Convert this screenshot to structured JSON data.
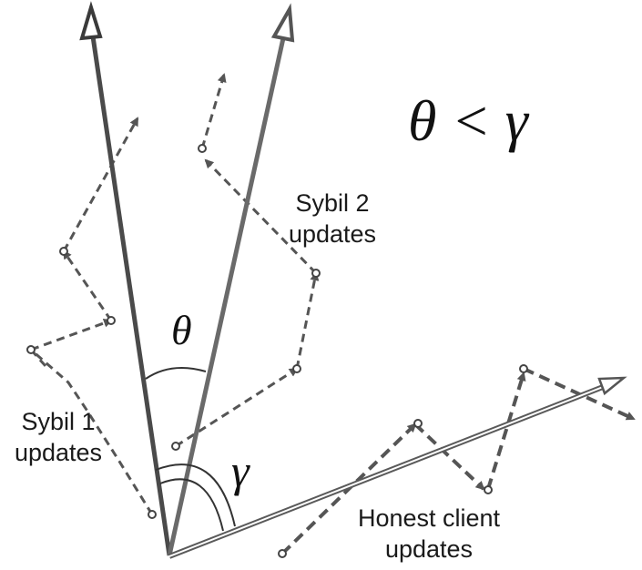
{
  "labels": {
    "sybil1_line1": "Sybil 1",
    "sybil1_line2": "updates",
    "sybil2_line1": "Sybil 2",
    "sybil2_line2": "updates",
    "honest_line1": "Honest client",
    "honest_line2": "updates"
  },
  "math": {
    "theta": "θ",
    "gamma": "γ",
    "relation": "θ < γ"
  },
  "colors": {
    "sybil1_vector": "#4a4a4a",
    "sybil2_vector": "#6a6a6a",
    "honest_vector": "#5a5a5a",
    "dashed_path": "#555555",
    "text": "#1a1a1a"
  }
}
